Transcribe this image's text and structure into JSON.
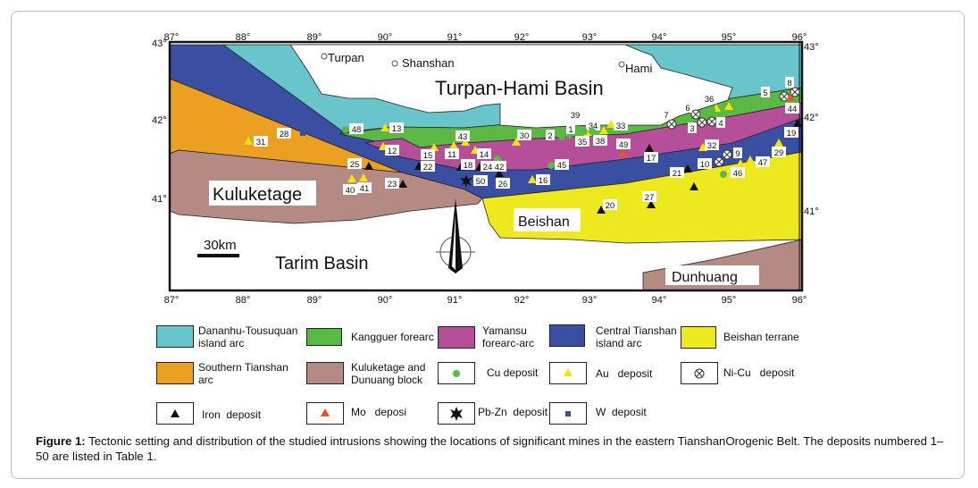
{
  "figure": {
    "caption_label": "Figure 1:",
    "caption_text": " Tectonic setting and distribution of the studied intrusions showing the locations of significant mines in the eastern TianshanOrogenic Belt. The deposits numbered 1–50 are listed in Table 1."
  },
  "map": {
    "lon_ticks": [
      "87°",
      "88°",
      "89°",
      "90°",
      "91°",
      "92°",
      "93°",
      "94°",
      "95°",
      "96°"
    ],
    "lat_ticks": [
      "43°",
      "42°",
      "41°"
    ],
    "places": {
      "turpan": "Turpan",
      "shanshan": "Shanshan",
      "hami": "Hami"
    },
    "regions": {
      "turpan_hami": "Turpan-Hami Basin",
      "kuluketage": "Kuluketage",
      "beishan": "Beishan",
      "tarim": "Tarim Basin",
      "dunhuang": "Dunhuang"
    },
    "scale_label": "30km",
    "colors": {
      "dananhu": "#67c5cb",
      "kangguer": "#5cb845",
      "yamansu": "#b54f9a",
      "central": "#3a4fa2",
      "beishan": "#eee81e",
      "southern": "#eba022",
      "kuluketage": "#b58a83",
      "au": "#f2e40c",
      "cu": "#5cb845",
      "mo": "#e8542a",
      "iron": "#111111",
      "w": "#3a4fa2"
    },
    "deposits": [
      {
        "id": "1",
        "type": "cu"
      },
      {
        "id": "2",
        "type": "cu"
      },
      {
        "id": "3",
        "type": "nicu"
      },
      {
        "id": "4",
        "type": "nicu"
      },
      {
        "id": "5",
        "type": "nicu"
      },
      {
        "id": "6",
        "type": "nicu"
      },
      {
        "id": "7",
        "type": "nicu"
      },
      {
        "id": "8",
        "type": "nicu"
      },
      {
        "id": "9",
        "type": "nicu"
      },
      {
        "id": "10",
        "type": "nicu"
      },
      {
        "id": "11",
        "type": "au"
      },
      {
        "id": "12",
        "type": "au"
      },
      {
        "id": "13",
        "type": "au"
      },
      {
        "id": "14",
        "type": "au"
      },
      {
        "id": "15",
        "type": "au"
      },
      {
        "id": "16",
        "type": "au"
      },
      {
        "id": "17",
        "type": "iron"
      },
      {
        "id": "18",
        "type": "iron"
      },
      {
        "id": "19",
        "type": "iron"
      },
      {
        "id": "20",
        "type": "iron"
      },
      {
        "id": "21",
        "type": "iron"
      },
      {
        "id": "22",
        "type": "iron"
      },
      {
        "id": "23",
        "type": "iron"
      },
      {
        "id": "24",
        "type": "iron"
      },
      {
        "id": "25",
        "type": "iron"
      },
      {
        "id": "26",
        "type": "iron"
      },
      {
        "id": "27",
        "type": "iron"
      },
      {
        "id": "28",
        "type": "w"
      },
      {
        "id": "29",
        "type": "au"
      },
      {
        "id": "30",
        "type": "au"
      },
      {
        "id": "31",
        "type": "au"
      },
      {
        "id": "32",
        "type": "au"
      },
      {
        "id": "33",
        "type": "au"
      },
      {
        "id": "34",
        "type": "au"
      },
      {
        "id": "35",
        "type": "cu"
      },
      {
        "id": "36",
        "type": "au"
      },
      {
        "id": "38",
        "type": "au"
      },
      {
        "id": "39",
        "type": "cu"
      },
      {
        "id": "40",
        "type": "au"
      },
      {
        "id": "41",
        "type": "au"
      },
      {
        "id": "42",
        "type": "cu"
      },
      {
        "id": "43",
        "type": "au"
      },
      {
        "id": "44",
        "type": "mo"
      },
      {
        "id": "45",
        "type": "cu"
      },
      {
        "id": "46",
        "type": "au"
      },
      {
        "id": "47",
        "type": "au"
      },
      {
        "id": "48",
        "type": "cu"
      },
      {
        "id": "49",
        "type": "mo"
      },
      {
        "id": "50",
        "type": "pbzn"
      }
    ]
  },
  "legend": {
    "dananhu": "Dananhu-Tousuquan island arc",
    "kangguer": "Kangguer forearc",
    "yamansu": "Yamansu forearc-arc",
    "central": "Central Tianshan island arc",
    "beishan": "Beishan terrane",
    "southern": "Southern Tianshan arc",
    "kuluketage": "Kuluketage and Dunuang block",
    "cu": "Cu deposit",
    "au": "Au   deposit",
    "nicu": "Ni-Cu   deposit",
    "iron": "Iron  deposit",
    "mo": "Mo   deposi",
    "pbzn": "Pb-Zn  deposit",
    "w": "W  deposit"
  }
}
